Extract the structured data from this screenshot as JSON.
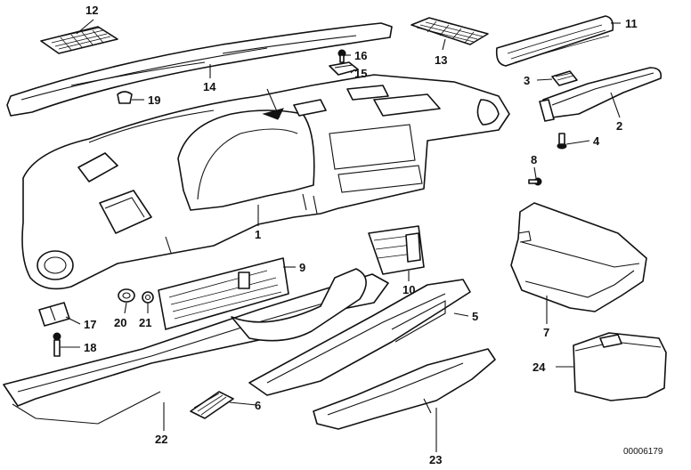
{
  "callouts": {
    "c1": "1",
    "c2": "2",
    "c3": "3",
    "c4": "4",
    "c5": "5",
    "c6": "6",
    "c7": "7",
    "c8": "8",
    "c9": "9",
    "c10": "10",
    "c11": "11",
    "c12": "12",
    "c13": "13",
    "c14": "14",
    "c15": "15",
    "c16": "16",
    "c17": "17",
    "c18": "18",
    "c19": "19",
    "c20": "20",
    "c21": "21",
    "c22": "22",
    "c23": "23",
    "c24": "24"
  },
  "reference_number": "00006179"
}
